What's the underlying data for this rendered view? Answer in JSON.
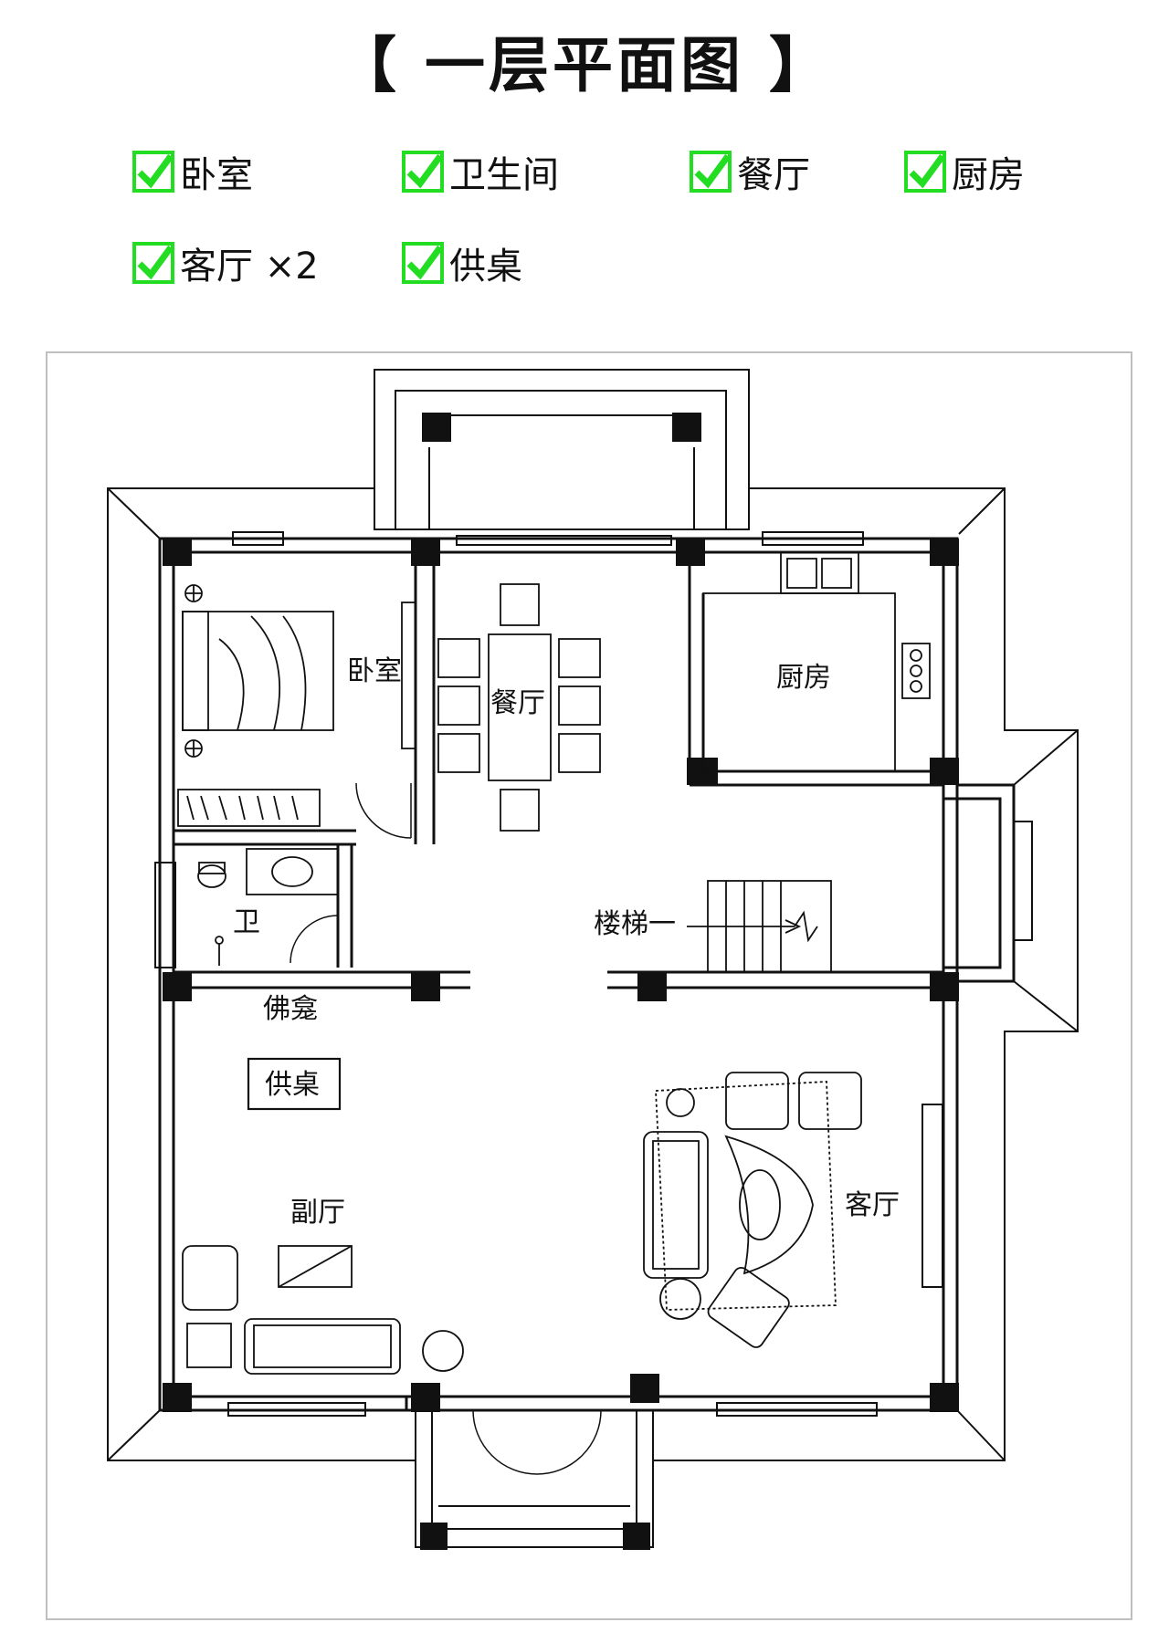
{
  "title": "【 一层平面图 】",
  "legend": [
    {
      "label": "卧室"
    },
    {
      "label": "卫生间"
    },
    {
      "label": "餐厅"
    },
    {
      "label": "厨房"
    },
    {
      "label": "客厅 ×2"
    },
    {
      "label": "供桌"
    }
  ],
  "colors": {
    "check": "#22dd22",
    "wall": "#111111",
    "frame": "#bfbfbf"
  },
  "plan": {
    "rooms": {
      "bedroom": "卧室",
      "dining": "餐厅",
      "kitchen": "厨房",
      "bathroom": "卫",
      "stairs": "楼梯一",
      "shrine": "佛龛",
      "altar": "供桌",
      "side_hall": "副厅",
      "living": "客厅"
    }
  }
}
